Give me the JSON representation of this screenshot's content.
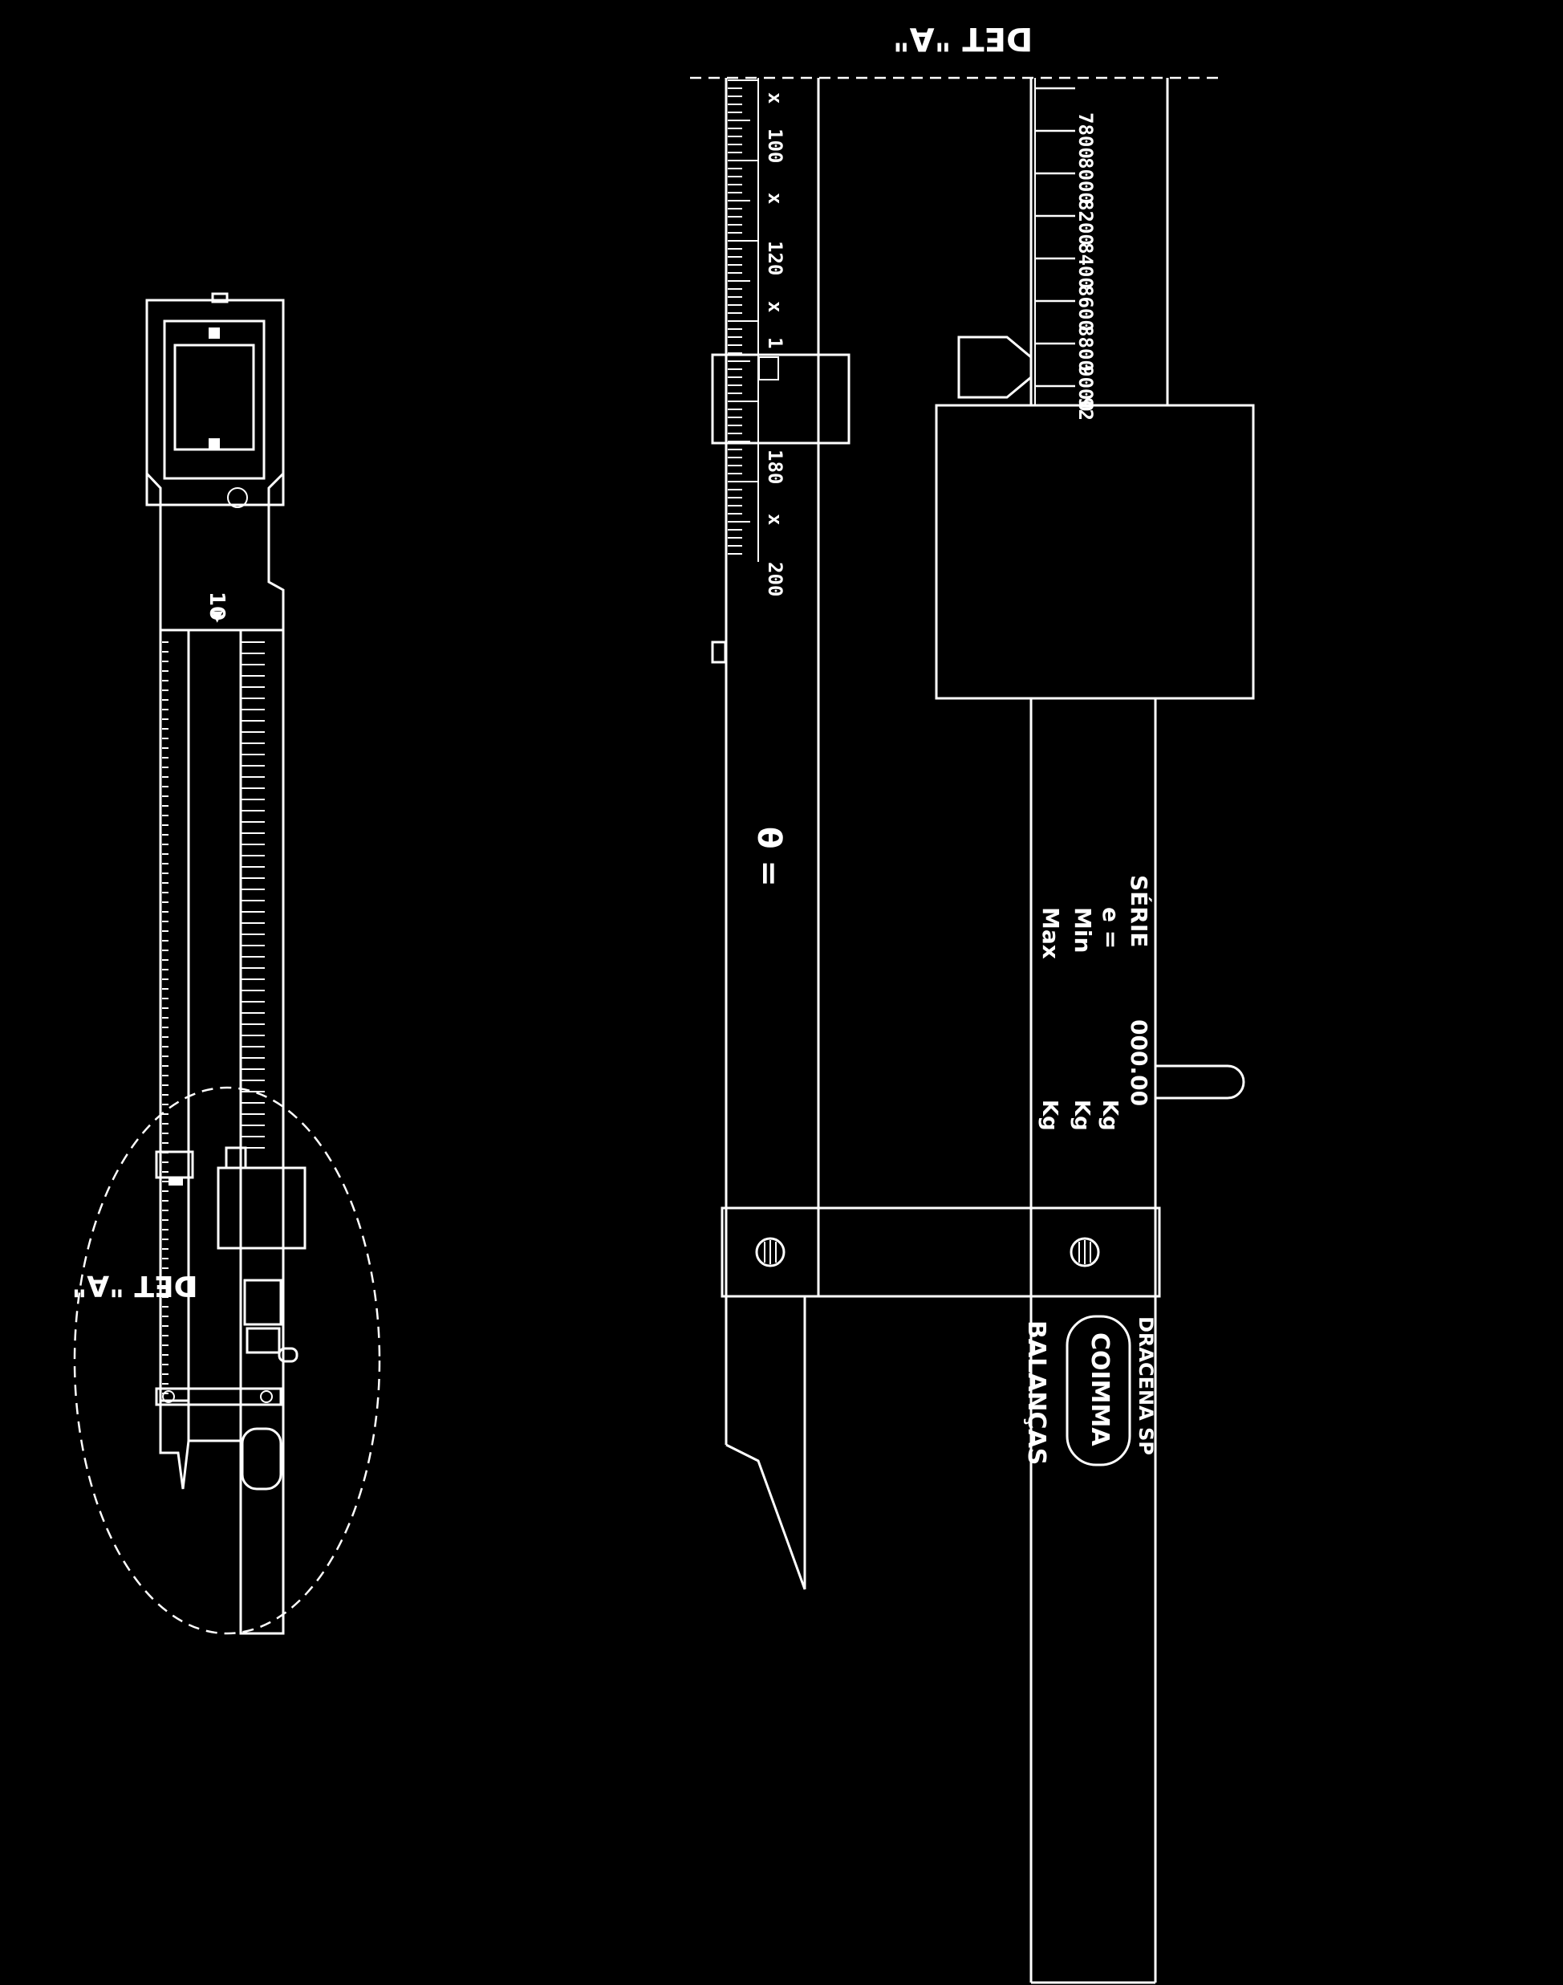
{
  "overview": {
    "detail_callout": "DET \"A\"",
    "arrow_glyph": "▶",
    "number_ten": "10"
  },
  "detail": {
    "title": "DET \"A\"",
    "upper_scale": {
      "labels": [
        "200",
        "180",
        "1",
        "120",
        "100"
      ],
      "separators": [
        "x",
        "x",
        "x",
        "x"
      ]
    },
    "lower_scale": {
      "labels": [
        "92",
        "9000",
        "8800",
        "8600",
        "8400",
        "8200",
        "8000",
        "7800"
      ]
    },
    "theta_label": "θ =",
    "plate": {
      "kg_units": [
        "Kg",
        "Kg",
        "Kg"
      ],
      "value": "000.00",
      "max_label": "Max",
      "min_label": "Min",
      "e_label": "e =",
      "serie_label": "SÉRIE"
    },
    "brand": {
      "logo_text": "COIMMA",
      "line1": "BALANÇAS",
      "line2": "DRACENA SP"
    }
  }
}
